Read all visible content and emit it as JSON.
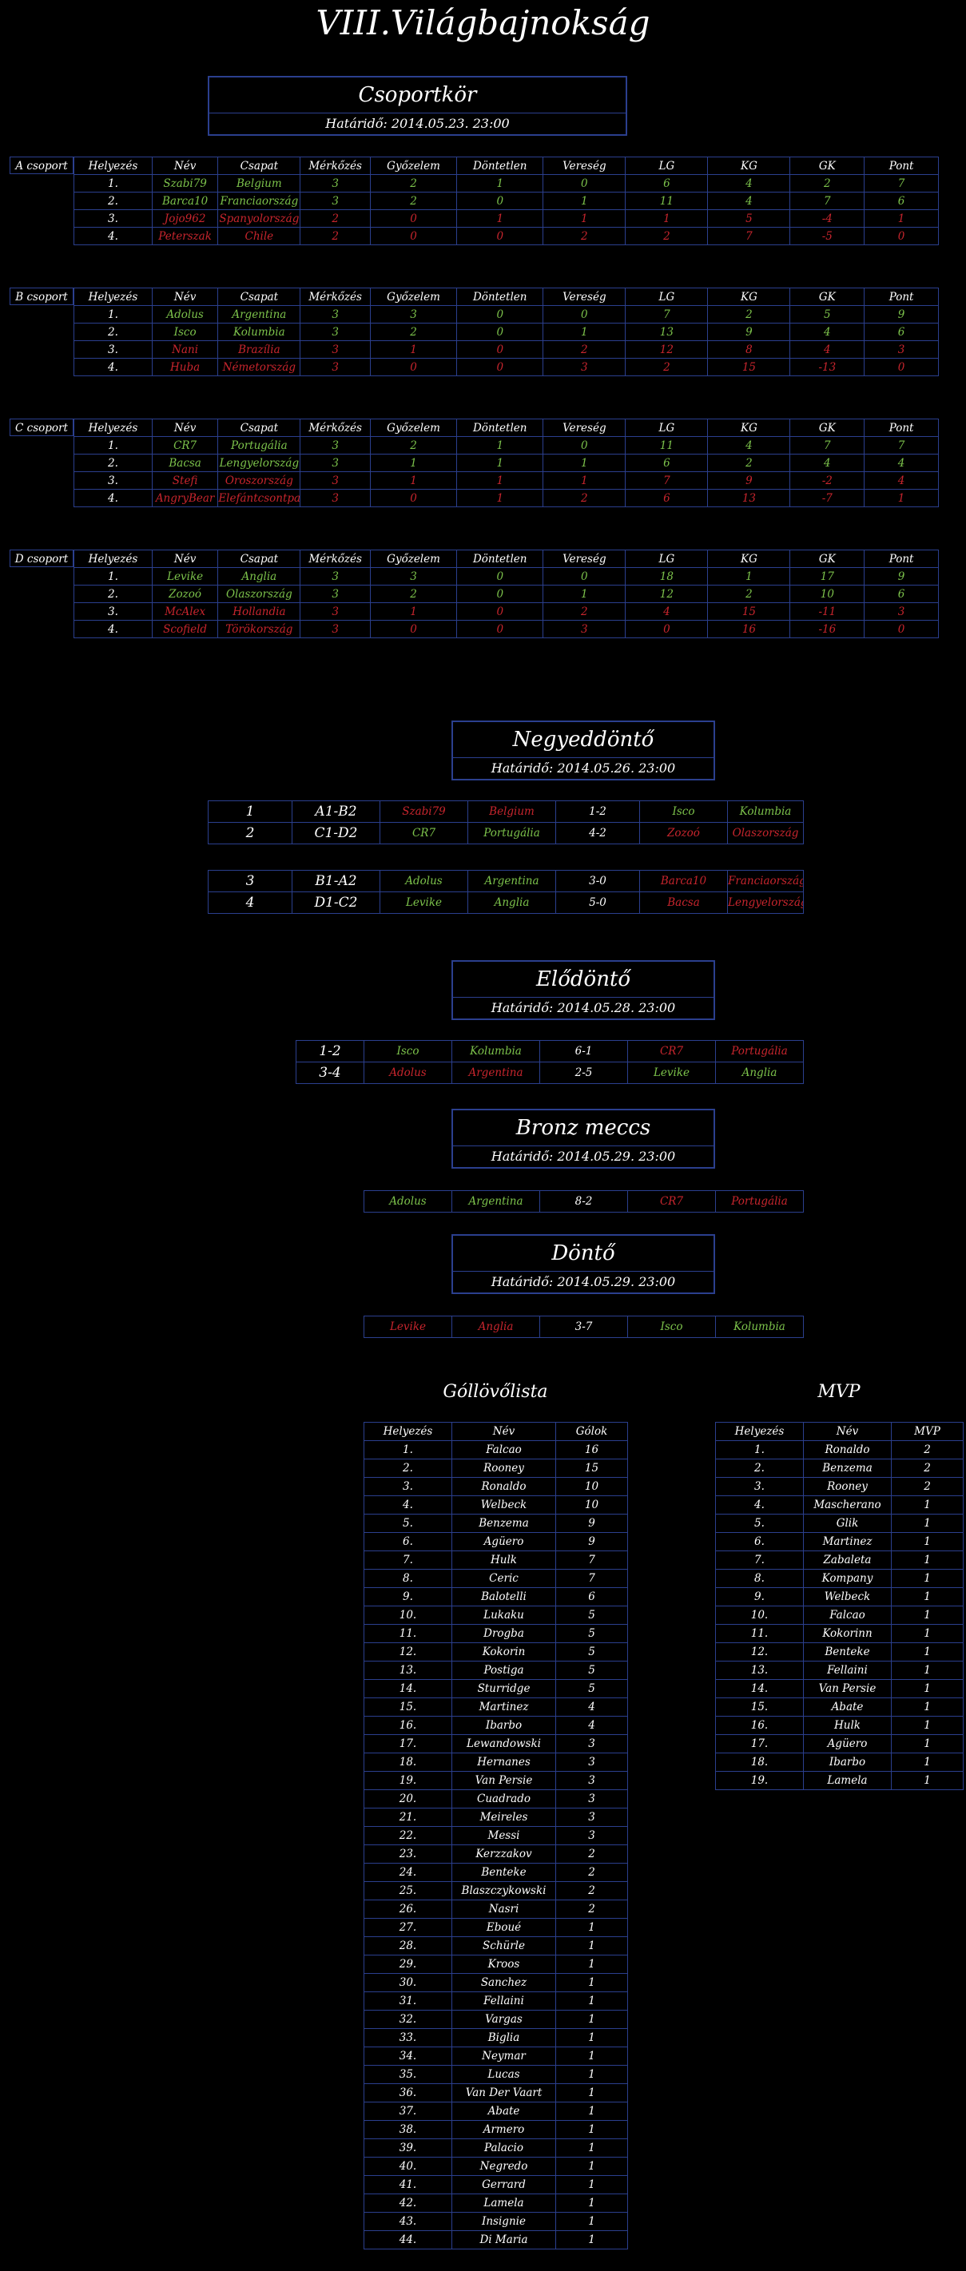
{
  "title": "VIII.Világbajnokság",
  "group_stage": {
    "title": "Csoportkör",
    "deadline": "Határidő: 2014.05.23. 23:00"
  },
  "group_headers": [
    "Helyezés",
    "Név",
    "Csapat",
    "Mérkőzés",
    "Győzelem",
    "Döntetlen",
    "Vereség",
    "LG",
    "KG",
    "GK",
    "Pont"
  ],
  "groups": [
    {
      "label": "A csoport",
      "rows": [
        [
          "1.",
          "Szabi79",
          "Belgium",
          "3",
          "2",
          "1",
          "0",
          "6",
          "4",
          "2",
          "7"
        ],
        [
          "2.",
          "Barca10",
          "Franciaország",
          "3",
          "2",
          "0",
          "1",
          "11",
          "4",
          "7",
          "6"
        ],
        [
          "3.",
          "Jojo962",
          "Spanyolország",
          "2",
          "0",
          "1",
          "1",
          "1",
          "5",
          "-4",
          "1"
        ],
        [
          "4.",
          "Peterszak",
          "Chile",
          "2",
          "0",
          "0",
          "2",
          "2",
          "7",
          "-5",
          "0"
        ]
      ]
    },
    {
      "label": "B csoport",
      "rows": [
        [
          "1.",
          "Adolus",
          "Argentina",
          "3",
          "3",
          "0",
          "0",
          "7",
          "2",
          "5",
          "9"
        ],
        [
          "2.",
          "Isco",
          "Kolumbia",
          "3",
          "2",
          "0",
          "1",
          "13",
          "9",
          "4",
          "6"
        ],
        [
          "3.",
          "Nani",
          "Brazília",
          "3",
          "1",
          "0",
          "2",
          "12",
          "8",
          "4",
          "3"
        ],
        [
          "4.",
          "Huba",
          "Németország",
          "3",
          "0",
          "0",
          "3",
          "2",
          "15",
          "-13",
          "0"
        ]
      ]
    },
    {
      "label": "C csoport",
      "rows": [
        [
          "1.",
          "CR7",
          "Portugália",
          "3",
          "2",
          "1",
          "0",
          "11",
          "4",
          "7",
          "7"
        ],
        [
          "2.",
          "Bacsa",
          "Lengyelország",
          "3",
          "1",
          "1",
          "1",
          "6",
          "2",
          "4",
          "4"
        ],
        [
          "3.",
          "Stefi",
          "Oroszország",
          "3",
          "1",
          "1",
          "1",
          "7",
          "9",
          "-2",
          "4"
        ],
        [
          "4.",
          "AngryBear",
          "Elefántcsontpart",
          "3",
          "0",
          "1",
          "2",
          "6",
          "13",
          "-7",
          "1"
        ]
      ]
    },
    {
      "label": "D csoport",
      "rows": [
        [
          "1.",
          "Levike",
          "Anglia",
          "3",
          "3",
          "0",
          "0",
          "18",
          "1",
          "17",
          "9"
        ],
        [
          "2.",
          "Zozoó",
          "Olaszország",
          "3",
          "2",
          "0",
          "1",
          "12",
          "2",
          "10",
          "6"
        ],
        [
          "3.",
          "McAlex",
          "Hollandia",
          "3",
          "1",
          "0",
          "2",
          "4",
          "15",
          "-11",
          "3"
        ],
        [
          "4.",
          "Scofield",
          "Törökország",
          "3",
          "0",
          "0",
          "3",
          "0",
          "16",
          "-16",
          "0"
        ]
      ]
    }
  ],
  "quarter": {
    "title": "Negyeddöntő",
    "deadline": "Határidő: 2014.05.26. 23:00",
    "blocks": [
      [
        [
          "1",
          "A1-B2",
          "Szabi79",
          "Belgium",
          "1-2",
          "Isco",
          "Kolumbia"
        ],
        [
          "2",
          "C1-D2",
          "CR7",
          "Portugália",
          "4-2",
          "Zozoó",
          "Olaszország"
        ]
      ],
      [
        [
          "3",
          "B1-A2",
          "Adolus",
          "Argentina",
          "3-0",
          "Barca10",
          "Franciaország"
        ],
        [
          "4",
          "D1-C2",
          "Levike",
          "Anglia",
          "5-0",
          "Bacsa",
          "Lengyelország"
        ]
      ]
    ]
  },
  "semi": {
    "title": "Elődöntő",
    "deadline": "Határidő: 2014.05.28. 23:00",
    "rows": [
      [
        "1-2",
        "Isco",
        "Kolumbia",
        "6-1",
        "CR7",
        "Portugália"
      ],
      [
        "3-4",
        "Adolus",
        "Argentina",
        "2-5",
        "Levike",
        "Anglia"
      ]
    ]
  },
  "bronze": {
    "title": "Bronz meccs",
    "deadline": "Határidő: 2014.05.29. 23:00",
    "row": [
      "Adolus",
      "Argentina",
      "8-2",
      "CR7",
      "Portugália"
    ]
  },
  "final": {
    "title": "Döntő",
    "deadline": "Határidő: 2014.05.29. 23:00",
    "row": [
      "Levike",
      "Anglia",
      "3-7",
      "Isco",
      "Kolumbia"
    ]
  },
  "scorers": {
    "title": "Góllövőlista",
    "headers": [
      "Helyezés",
      "Név",
      "Gólok"
    ],
    "rows": [
      [
        "1.",
        "Falcao",
        "16"
      ],
      [
        "2.",
        "Rooney",
        "15"
      ],
      [
        "3.",
        "Ronaldo",
        "10"
      ],
      [
        "4.",
        "Welbeck",
        "10"
      ],
      [
        "5.",
        "Benzema",
        "9"
      ],
      [
        "6.",
        "Agüero",
        "9"
      ],
      [
        "7.",
        "Hulk",
        "7"
      ],
      [
        "8.",
        "Ceric",
        "7"
      ],
      [
        "9.",
        "Balotelli",
        "6"
      ],
      [
        "10.",
        "Lukaku",
        "5"
      ],
      [
        "11.",
        "Drogba",
        "5"
      ],
      [
        "12.",
        "Kokorin",
        "5"
      ],
      [
        "13.",
        "Postiga",
        "5"
      ],
      [
        "14.",
        "Sturridge",
        "5"
      ],
      [
        "15.",
        "Martinez",
        "4"
      ],
      [
        "16.",
        "Ibarbo",
        "4"
      ],
      [
        "17.",
        "Lewandowski",
        "3"
      ],
      [
        "18.",
        "Hernanes",
        "3"
      ],
      [
        "19.",
        "Van Persie",
        "3"
      ],
      [
        "20.",
        "Cuadrado",
        "3"
      ],
      [
        "21.",
        "Meireles",
        "3"
      ],
      [
        "22.",
        "Messi",
        "3"
      ],
      [
        "23.",
        "Kerzzakov",
        "2"
      ],
      [
        "24.",
        "Benteke",
        "2"
      ],
      [
        "25.",
        "Blaszczykowski",
        "2"
      ],
      [
        "26.",
        "Nasri",
        "2"
      ],
      [
        "27.",
        "Eboué",
        "1"
      ],
      [
        "28.",
        "Schürle",
        "1"
      ],
      [
        "29.",
        "Kroos",
        "1"
      ],
      [
        "30.",
        "Sanchez",
        "1"
      ],
      [
        "31.",
        "Fellaini",
        "1"
      ],
      [
        "32.",
        "Vargas",
        "1"
      ],
      [
        "33.",
        "Biglia",
        "1"
      ],
      [
        "34.",
        "Neymar",
        "1"
      ],
      [
        "35.",
        "Lucas",
        "1"
      ],
      [
        "36.",
        "Van Der Vaart",
        "1"
      ],
      [
        "37.",
        "Abate",
        "1"
      ],
      [
        "38.",
        "Armero",
        "1"
      ],
      [
        "39.",
        "Palacio",
        "1"
      ],
      [
        "40.",
        "Negredo",
        "1"
      ],
      [
        "41.",
        "Gerrard",
        "1"
      ],
      [
        "42.",
        "Lamela",
        "1"
      ],
      [
        "43.",
        "Insignie",
        "1"
      ],
      [
        "44.",
        "Di Maria",
        "1"
      ]
    ]
  },
  "mvp": {
    "title": "MVP",
    "headers": [
      "Helyezés",
      "Név",
      "MVP"
    ],
    "rows": [
      [
        "1.",
        "Ronaldo",
        "2"
      ],
      [
        "2.",
        "Benzema",
        "2"
      ],
      [
        "3.",
        "Rooney",
        "2"
      ],
      [
        "4.",
        "Mascherano",
        "1"
      ],
      [
        "5.",
        "Glik",
        "1"
      ],
      [
        "6.",
        "Martinez",
        "1"
      ],
      [
        "7.",
        "Zabaleta",
        "1"
      ],
      [
        "8.",
        "Kompany",
        "1"
      ],
      [
        "9.",
        "Welbeck",
        "1"
      ],
      [
        "10.",
        "Falcao",
        "1"
      ],
      [
        "11.",
        "Kokorinn",
        "1"
      ],
      [
        "12.",
        "Benteke",
        "1"
      ],
      [
        "13.",
        "Fellaini",
        "1"
      ],
      [
        "14.",
        "Van Persie",
        "1"
      ],
      [
        "15.",
        "Abate",
        "1"
      ],
      [
        "16.",
        "Hulk",
        "1"
      ],
      [
        "17.",
        "Agüero",
        "1"
      ],
      [
        "18.",
        "Ibarbo",
        "1"
      ],
      [
        "19.",
        "Lamela",
        "1"
      ]
    ]
  },
  "colors": {
    "qualified": "#7cc24b",
    "eliminated": "#c7252d",
    "border": "#2b3f8e"
  }
}
